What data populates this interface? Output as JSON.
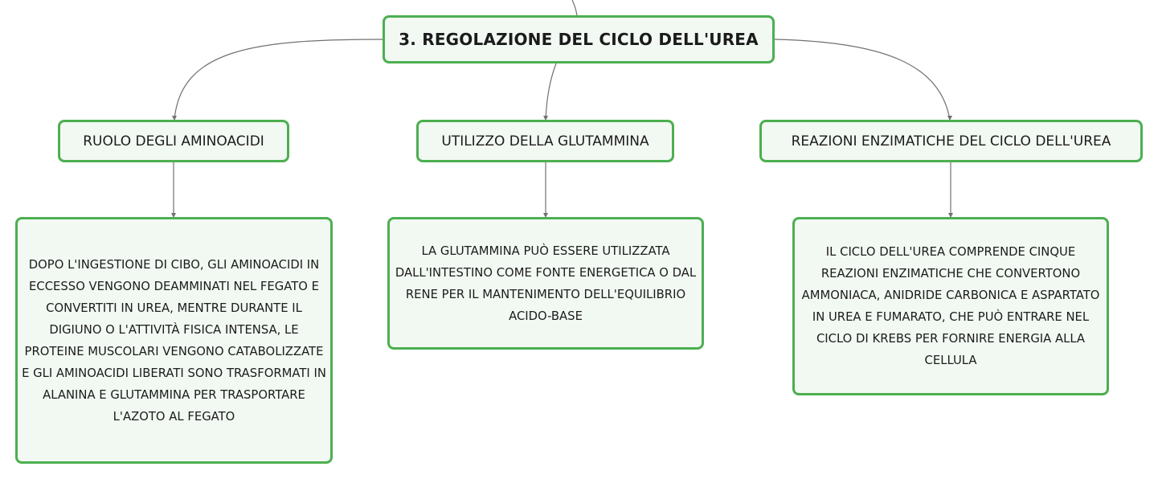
{
  "root": {
    "label": "3. REGOLAZIONE DEL CICLO DELL'UREA"
  },
  "branches": [
    {
      "label": "RUOLO DEGLI AMINOACIDI",
      "detail": "DOPO L'INGESTIONE DI CIBO, GLI AMINOACIDI IN ECCESSO VENGONO DEAMMINATI NEL FEGATO E CONVERTITI IN UREA, MENTRE DURANTE IL DIGIUNO O L'ATTIVITÀ FISICA INTENSA, LE PROTEINE MUSCOLARI VENGONO CATABOLIZZATE E GLI AMINOACIDI LIBERATI SONO TRASFORMATI IN ALANINA E GLUTAMMINA PER TRASPORTARE L'AZOTO AL FEGATO"
    },
    {
      "label": "UTILIZZO DELLA GLUTAMMINA",
      "detail": "LA GLUTAMMINA PUÒ ESSERE UTILIZZATA DALL'INTESTINO COME FONTE ENERGETICA O DAL RENE PER IL MANTENIMENTO DELL'EQUILIBRIO ACIDO-BASE"
    },
    {
      "label": "REAZIONI ENZIMATICHE DEL CICLO DELL'UREA",
      "detail": "IL CICLO DELL'UREA COMPRENDE CINQUE REAZIONI ENZIMATICHE CHE CONVERTONO AMMONIACA, ANIDRIDE CARBONICA E ASPARTATO IN UREA E FUMARATO, CHE PUÒ ENTRARE NEL CICLO DI KREBS PER FORNIRE ENERGIA ALLA CELLULA"
    }
  ],
  "colors": {
    "border": "#4caf50",
    "fill": "#f2f9f3",
    "line": "#707070"
  }
}
